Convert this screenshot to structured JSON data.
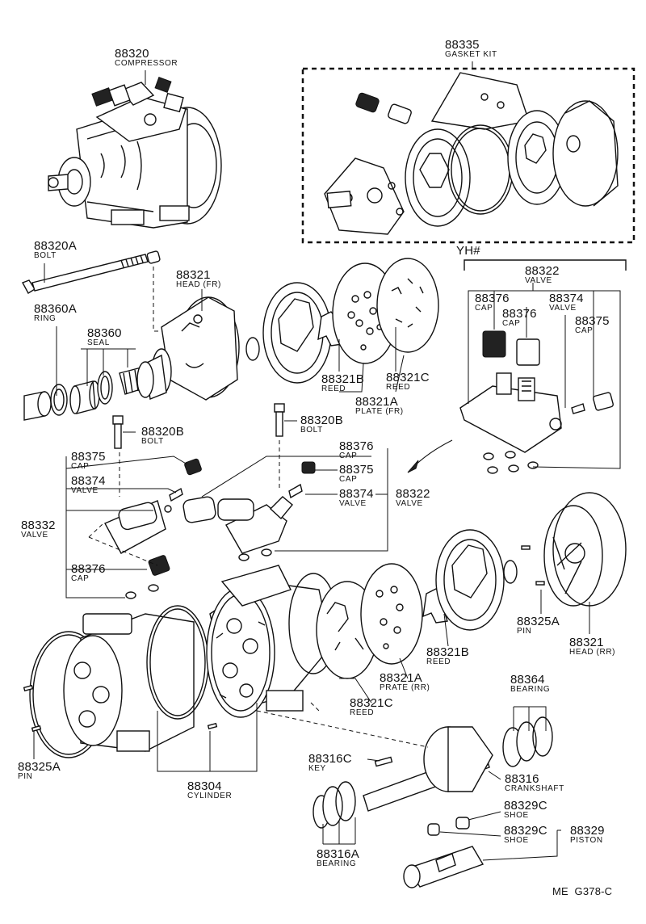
{
  "parts": {
    "p88320": {
      "number": "88320",
      "name": "COMPRESSOR"
    },
    "p88335": {
      "number": "88335",
      "name": "GASKET KIT"
    },
    "p88320a": {
      "number": "88320A",
      "name": "BOLT"
    },
    "p88360a": {
      "number": "88360A",
      "name": "RING"
    },
    "p88360": {
      "number": "88360",
      "name": "SEAL"
    },
    "p88321_fr": {
      "number": "88321",
      "name": "HEAD (FR)"
    },
    "p88321b_top": {
      "number": "88321B",
      "name": "REED"
    },
    "p88321c_top": {
      "number": "88321C",
      "name": "REED"
    },
    "p88321a_top": {
      "number": "88321A",
      "name": "PLATE (FR)"
    },
    "p88322_inset": {
      "number": "88322",
      "name": "VALVE"
    },
    "p88376_inset_a": {
      "number": "88376",
      "name": "CAP"
    },
    "p88376_inset_b": {
      "number": "88376",
      "name": "CAP"
    },
    "p88374_inset": {
      "number": "88374",
      "name": "VALVE"
    },
    "p88375_inset": {
      "number": "88375",
      "name": "CAP"
    },
    "p88320b_left": {
      "number": "88320B",
      "name": "BOLT"
    },
    "p88320b_right": {
      "number": "88320B",
      "name": "BOLT"
    },
    "p88375_left": {
      "number": "88375",
      "name": "CAP"
    },
    "p88374_left": {
      "number": "88374",
      "name": "VALVE"
    },
    "p88332": {
      "number": "88332",
      "name": "VALVE"
    },
    "p88376_left": {
      "number": "88376",
      "name": "CAP"
    },
    "p88376_right": {
      "number": "88376",
      "name": "CAP"
    },
    "p88375_right": {
      "number": "88375",
      "name": "CAP"
    },
    "p88374_right": {
      "number": "88374",
      "name": "VALVE"
    },
    "p88322_right": {
      "number": "88322",
      "name": "VALVE"
    },
    "p88325a_right": {
      "number": "88325A",
      "name": "PIN"
    },
    "p88321_rr": {
      "number": "88321",
      "name": "HEAD (RR)"
    },
    "p88321b_bot": {
      "number": "88321B",
      "name": "REED"
    },
    "p88321a_bot": {
      "number": "88321A",
      "name": "PRATE (RR)"
    },
    "p88321c_bot": {
      "number": "88321C",
      "name": "REED"
    },
    "p88364": {
      "number": "88364",
      "name": "BEARING"
    },
    "p88325a_left": {
      "number": "88325A",
      "name": "PIN"
    },
    "p88304": {
      "number": "88304",
      "name": "CYLINDER"
    },
    "p88316c": {
      "number": "88316C",
      "name": "KEY"
    },
    "p88316": {
      "number": "88316",
      "name": "CRANKSHAFT"
    },
    "p88329c_a": {
      "number": "88329C",
      "name": "SHOE"
    },
    "p88329c_b": {
      "number": "88329C",
      "name": "SHOE"
    },
    "p88329": {
      "number": "88329",
      "name": "PISTON"
    },
    "p88316a": {
      "number": "88316A",
      "name": "BEARING"
    }
  },
  "inset_tag": "YH#",
  "footer_code": "ME  G378-C"
}
